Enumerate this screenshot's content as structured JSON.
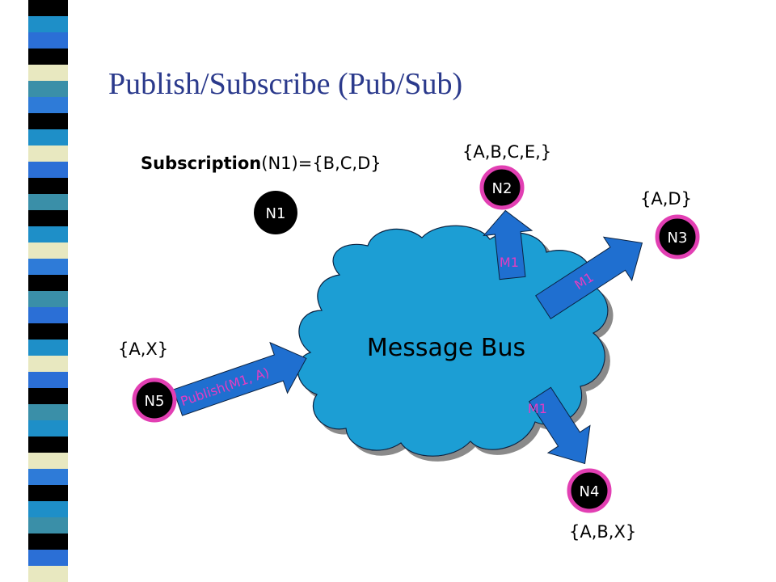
{
  "title": "Publish/Subscribe (Pub/Sub)",
  "subscription": {
    "bold": "Subscription",
    "rest": "(N1)={B,C,D}"
  },
  "bus_label": "Message Bus",
  "nodes": [
    {
      "id": "N1",
      "label": "N1",
      "set": ""
    },
    {
      "id": "N2",
      "label": "N2",
      "set": "{A,B,C,E,}"
    },
    {
      "id": "N3",
      "label": "N3",
      "set": "{A,D}"
    },
    {
      "id": "N4",
      "label": "N4",
      "set": "{A,B,X}"
    },
    {
      "id": "N5",
      "label": "N5",
      "set": "{A,X}"
    }
  ],
  "arrows": [
    {
      "label": "Publish(M1, A)"
    },
    {
      "label": "M1"
    },
    {
      "label": "M1"
    },
    {
      "label": "M1"
    }
  ],
  "colors": {
    "title": "#2b3a8c",
    "node_fill": "#000000",
    "node_ring": "#e23fb3",
    "arrow_fill": "#1f6fd0",
    "arrow_text": "#e33dc2",
    "cloud_fill": "#1a9ed4"
  }
}
